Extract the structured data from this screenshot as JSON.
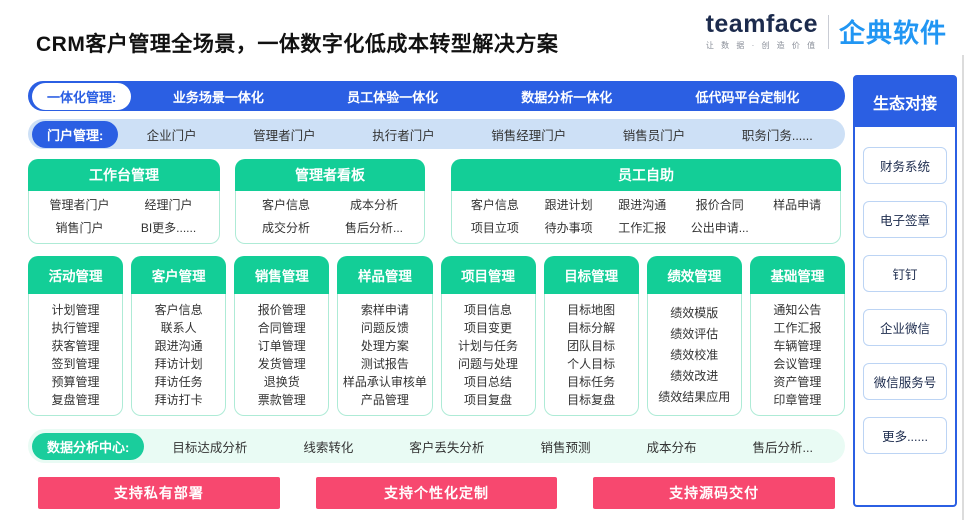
{
  "header": {
    "title": "CRM客户管理全场景，一体数字化低成本转型解决方案",
    "logo": {
      "brand": "teamface",
      "tagline": "让 数 据 · 创 造 价 值",
      "product": "企典软件"
    }
  },
  "integration_bar": {
    "label": "一体化管理:",
    "items": [
      "业务场景一体化",
      "员工体验一体化",
      "数据分析一体化",
      "低代码平台定制化"
    ]
  },
  "portal_bar": {
    "label": "门户管理:",
    "items": [
      "企业门户",
      "管理者门户",
      "执行者门户",
      "销售经理门户",
      "销售员门户",
      "职务门务......"
    ]
  },
  "panels": [
    {
      "title": "工作台管理",
      "items": [
        "管理者门户",
        "经理门户",
        "销售门户",
        "BI更多......"
      ]
    },
    {
      "title": "管理者看板",
      "items": [
        "客户信息",
        "成本分析",
        "成交分析",
        "售后分析..."
      ]
    },
    {
      "title": "员工自助",
      "items": [
        "客户信息",
        "跟进计划",
        "跟进沟通",
        "报价合同",
        "样品申请",
        "项目立项",
        "待办事项",
        "工作汇报",
        "公出申请..."
      ]
    }
  ],
  "modules": [
    {
      "title": "活动管理",
      "items": [
        "计划管理",
        "执行管理",
        "获客管理",
        "签到管理",
        "预算管理",
        "复盘管理"
      ]
    },
    {
      "title": "客户管理",
      "items": [
        "客户信息",
        "联系人",
        "跟进沟通",
        "拜访计划",
        "拜访任务",
        "拜访打卡"
      ]
    },
    {
      "title": "销售管理",
      "items": [
        "报价管理",
        "合同管理",
        "订单管理",
        "发货管理",
        "退换货",
        "票款管理"
      ]
    },
    {
      "title": "样品管理",
      "items": [
        "索样申请",
        "问题反馈",
        "处理方案",
        "测试报告",
        "样品承认审核单",
        "产品管理"
      ]
    },
    {
      "title": "项目管理",
      "items": [
        "项目信息",
        "项目变更",
        "计划与任务",
        "问题与处理",
        "项目总结",
        "项目复盘"
      ]
    },
    {
      "title": "目标管理",
      "items": [
        "目标地图",
        "目标分解",
        "团队目标",
        "个人目标",
        "目标任务",
        "目标复盘"
      ]
    },
    {
      "title": "绩效管理",
      "items": [
        "绩效模版",
        "绩效评估",
        "绩效校准",
        "绩效改进",
        "绩效结果应用"
      ]
    },
    {
      "title": "基础管理",
      "items": [
        "通知公告",
        "工作汇报",
        "车辆管理",
        "会议管理",
        "资产管理",
        "印章管理"
      ]
    }
  ],
  "analytics_bar": {
    "label": "数据分析中心:",
    "items": [
      "目标达成分析",
      "线索转化",
      "客户丢失分析",
      "销售预测",
      "成本分布",
      "售后分析..."
    ]
  },
  "cta_buttons": [
    "支持私有部署",
    "支持个性化定制",
    "支持源码交付"
  ],
  "sidebar": {
    "title": "生态对接",
    "items": [
      "财务系统",
      "电子签章",
      "钉钉",
      "企业微信",
      "微信服务号",
      "更多......"
    ]
  },
  "colors": {
    "primary_blue": "#2b5fe3",
    "light_blue": "#cde0f6",
    "green": "#13ce97",
    "light_green_border": "#aeebd6",
    "mint_bg": "#e9fbf4",
    "pink": "#f7486f",
    "logo_blue": "#2196f3",
    "logo_navy": "#1c2b4d"
  }
}
